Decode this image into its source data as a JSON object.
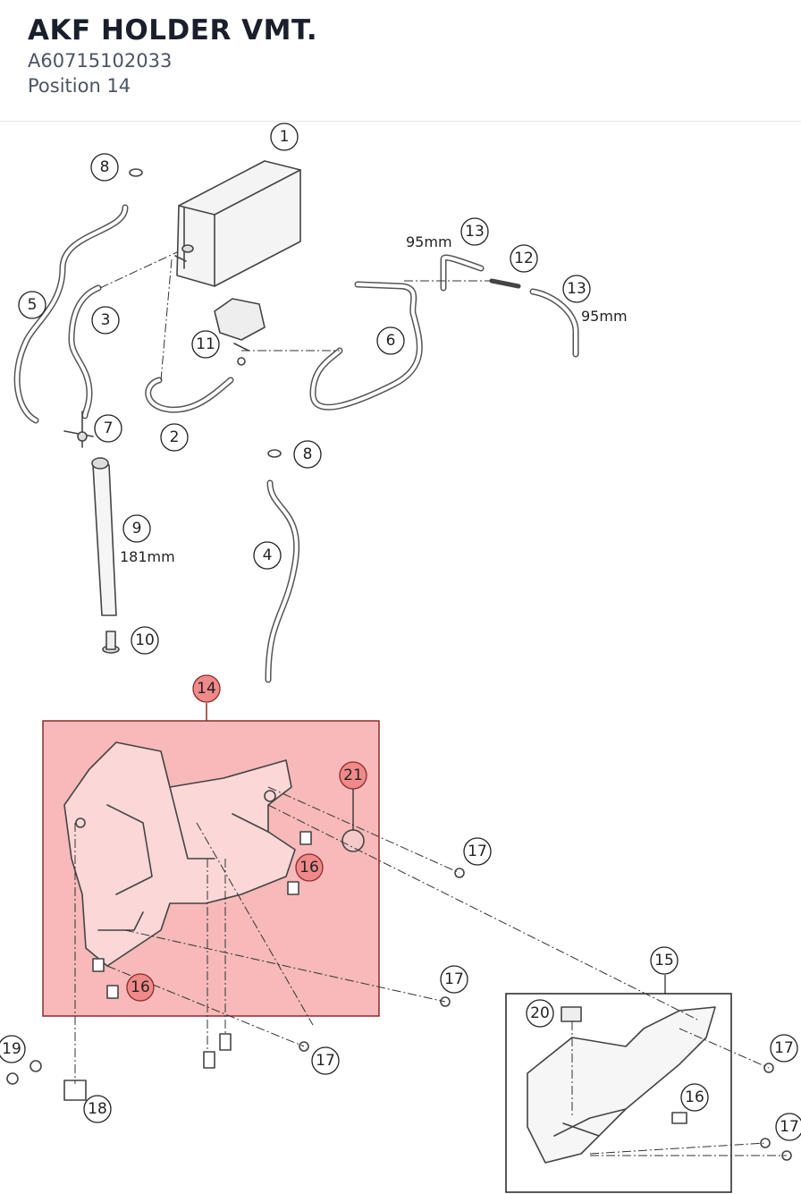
{
  "header": {
    "title": "AKF HOLDER VMT.",
    "part_number": "A60715102033",
    "position": "Position 14"
  },
  "highlight": {
    "color": "#f4a8a8",
    "border": "#8b2a2a",
    "callout_fill": "#f08a8a"
  },
  "callouts": [
    {
      "id": "c1",
      "label": "1"
    },
    {
      "id": "c8a",
      "label": "8"
    },
    {
      "id": "c13a",
      "label": "13"
    },
    {
      "id": "c12",
      "label": "12"
    },
    {
      "id": "c13b",
      "label": "13"
    },
    {
      "id": "c5",
      "label": "5"
    },
    {
      "id": "c3",
      "label": "3"
    },
    {
      "id": "c11",
      "label": "11"
    },
    {
      "id": "c6",
      "label": "6"
    },
    {
      "id": "c7",
      "label": "7"
    },
    {
      "id": "c2",
      "label": "2"
    },
    {
      "id": "c8b",
      "label": "8"
    },
    {
      "id": "c9",
      "label": "9"
    },
    {
      "id": "c4",
      "label": "4"
    },
    {
      "id": "c10",
      "label": "10"
    },
    {
      "id": "c14",
      "label": "14"
    },
    {
      "id": "c21",
      "label": "21"
    },
    {
      "id": "c17a",
      "label": "17"
    },
    {
      "id": "c16a",
      "label": "16"
    },
    {
      "id": "c17b",
      "label": "17"
    },
    {
      "id": "c15",
      "label": "15"
    },
    {
      "id": "c16b",
      "label": "16"
    },
    {
      "id": "c19",
      "label": "19"
    },
    {
      "id": "c17c",
      "label": "17"
    },
    {
      "id": "c20",
      "label": "20"
    },
    {
      "id": "c17d",
      "label": "17"
    },
    {
      "id": "c18",
      "label": "18"
    },
    {
      "id": "c16c",
      "label": "16"
    },
    {
      "id": "c17e",
      "label": "17"
    }
  ],
  "measurements": {
    "m13a": "95mm",
    "m13b": "95mm",
    "m9": "181mm"
  }
}
